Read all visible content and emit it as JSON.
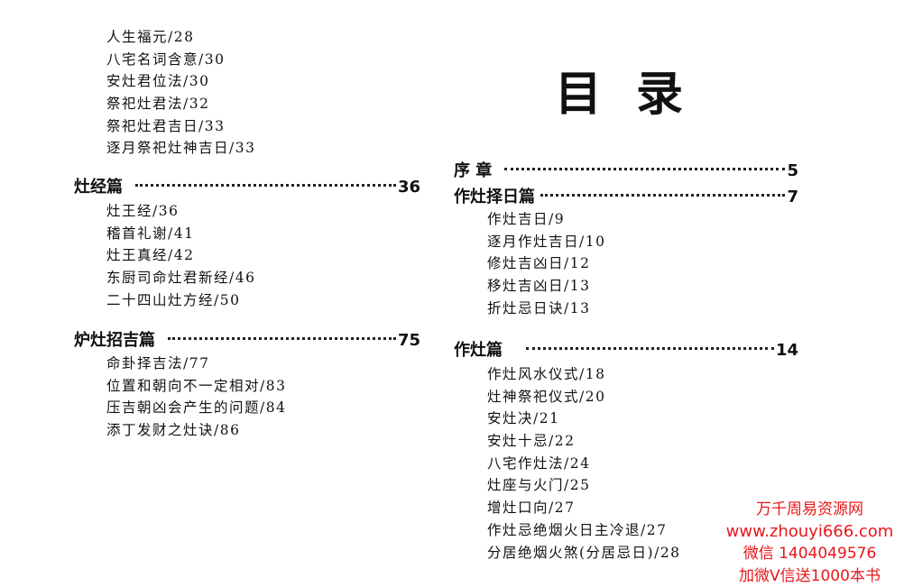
{
  "left": {
    "top_items": [
      "人生福元/28",
      "八宅名词含意/30",
      "安灶君位法/30",
      "祭祀灶君法/32",
      "祭祀灶君吉日/33",
      "逐月祭祀灶神吉日/33"
    ],
    "sections": [
      {
        "title": "灶经篇",
        "page": "36",
        "items": [
          "灶王经/36",
          "稽首礼谢/41",
          "灶王真经/42",
          "东厨司命灶君新经/46",
          "二十四山灶方经/50"
        ]
      },
      {
        "title": "炉灶招吉篇",
        "page": "75",
        "items": [
          "命卦择吉法/77",
          "位置和朝向不一定相对/83",
          "压吉朝凶会产生的问题/84",
          "添丁发财之灶诀/86"
        ]
      }
    ]
  },
  "right": {
    "title": "目录",
    "sections": [
      {
        "title": "序 章",
        "page": "5",
        "items": []
      },
      {
        "title": "作灶择日篇",
        "page": "7",
        "items": [
          "作灶吉日/9",
          "逐月作灶吉日/10",
          "修灶吉凶日/12",
          "移灶吉凶日/13",
          "折灶忌日诀/13"
        ]
      },
      {
        "title": "作灶篇",
        "page": "14",
        "items": [
          "作灶风水仪式/18",
          "灶神祭祀仪式/20",
          "安灶决/21",
          "安灶十忌/22",
          "八宅作灶法/24",
          "灶座与火门/25",
          "增灶口向/27",
          "作灶忌绝烟火日主冷退/27",
          "分居绝烟火煞(分居忌日)/28"
        ]
      }
    ]
  },
  "watermark": {
    "line1": "万千周易资源网",
    "line2": "www.zhouyi666.com",
    "line3": "微信 1404049576",
    "line4": "加微V信送1000本书",
    "color": "#e8161b"
  }
}
